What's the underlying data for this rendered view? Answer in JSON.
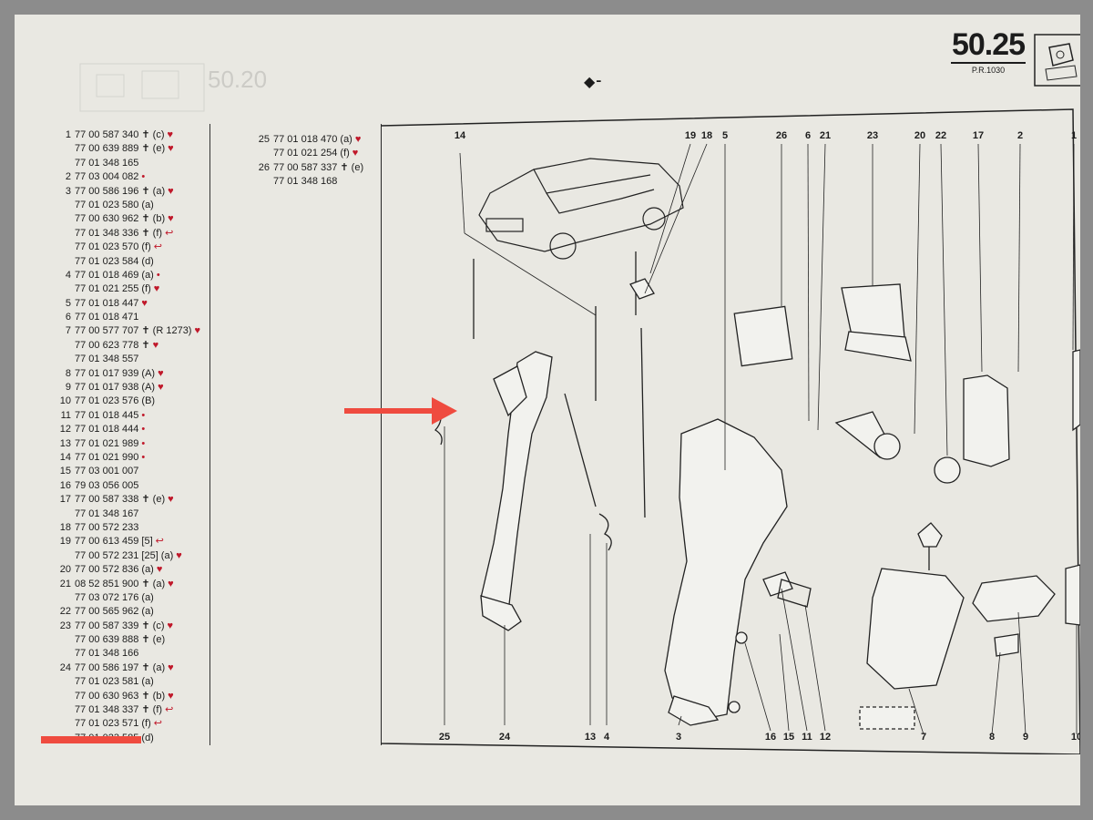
{
  "header": {
    "page_number": "50.25",
    "reference": "P.R.1030"
  },
  "parts_left": [
    {
      "num": "1",
      "ref": "77 00 587 340 ✝ (c)",
      "mark": "♥"
    },
    {
      "num": "",
      "ref": "77 00 639 889 ✝ (e)",
      "mark": "♥"
    },
    {
      "num": "",
      "ref": "77 01 348 165",
      "mark": ""
    },
    {
      "num": "2",
      "ref": "77 03 004 082",
      "mark": "•"
    },
    {
      "num": "3",
      "ref": "77 00 586 196 ✝ (a)",
      "mark": "♥"
    },
    {
      "num": "",
      "ref": "77 01 023 580 (a)",
      "mark": ""
    },
    {
      "num": "",
      "ref": "77 00 630 962 ✝ (b)",
      "mark": "♥"
    },
    {
      "num": "",
      "ref": "77 01 348 336 ✝ (f)",
      "mark": "↩"
    },
    {
      "num": "",
      "ref": "77 01 023 570 (f)",
      "mark": "↩"
    },
    {
      "num": "",
      "ref": "77 01 023 584 (d)",
      "mark": ""
    },
    {
      "num": "4",
      "ref": "77 01 018 469 (a)",
      "mark": "•"
    },
    {
      "num": "",
      "ref": "77 01 021 255 (f)",
      "mark": "♥"
    },
    {
      "num": "5",
      "ref": "77 01 018 447",
      "mark": "♥"
    },
    {
      "num": "6",
      "ref": "77 01 018 471",
      "mark": ""
    },
    {
      "num": "7",
      "ref": "77 00 577 707 ✝ (R 1273)",
      "mark": "♥"
    },
    {
      "num": "",
      "ref": "77 00 623 778 ✝",
      "mark": "♥"
    },
    {
      "num": "",
      "ref": "77 01 348 557",
      "mark": ""
    },
    {
      "num": "8",
      "ref": "77 01 017 939 (A)",
      "mark": "♥"
    },
    {
      "num": "9",
      "ref": "77 01 017 938 (A)",
      "mark": "♥"
    },
    {
      "num": "10",
      "ref": "77 01 023 576 (B)",
      "mark": ""
    },
    {
      "num": "11",
      "ref": "77 01 018 445",
      "mark": "•"
    },
    {
      "num": "12",
      "ref": "77 01 018 444",
      "mark": "•"
    },
    {
      "num": "13",
      "ref": "77 01 021 989",
      "mark": "•"
    },
    {
      "num": "14",
      "ref": "77 01 021 990",
      "mark": "•"
    },
    {
      "num": "15",
      "ref": "77 03 001 007",
      "mark": ""
    },
    {
      "num": "16",
      "ref": "79 03 056 005",
      "mark": ""
    },
    {
      "num": "17",
      "ref": "77 00 587 338 ✝ (e)",
      "mark": "♥"
    },
    {
      "num": "",
      "ref": "77 01 348 167",
      "mark": ""
    },
    {
      "num": "18",
      "ref": "77 00 572 233",
      "mark": ""
    },
    {
      "num": "19",
      "ref": "77 00 613 459 [5]",
      "mark": "↩"
    },
    {
      "num": "",
      "ref": "77 00 572 231 [25] (a)",
      "mark": "♥"
    },
    {
      "num": "20",
      "ref": "77 00 572 836 (a)",
      "mark": "♥"
    },
    {
      "num": "21",
      "ref": "08 52 851 900 ✝ (a)",
      "mark": "♥"
    },
    {
      "num": "",
      "ref": "77 03 072 176 (a)",
      "mark": ""
    },
    {
      "num": "22",
      "ref": "77 00 565 962 (a)",
      "mark": ""
    },
    {
      "num": "23",
      "ref": "77 00 587 339 ✝ (c)",
      "mark": "♥"
    },
    {
      "num": "",
      "ref": "77 00 639 888 ✝ (e)",
      "mark": ""
    },
    {
      "num": "",
      "ref": "77 01 348 166",
      "mark": ""
    },
    {
      "num": "24",
      "ref": "77 00 586 197 ✝ (a)",
      "mark": "♥"
    },
    {
      "num": "",
      "ref": "77 01 023 581 (a)",
      "mark": ""
    },
    {
      "num": "",
      "ref": "77 00 630 963 ✝ (b)",
      "mark": "♥"
    },
    {
      "num": "",
      "ref": "77 01 348 337 ✝ (f)",
      "mark": "↩"
    },
    {
      "num": "",
      "ref": "77 01 023 571 (f)",
      "mark": "↩"
    },
    {
      "num": "",
      "ref": "77 01 023 585 (d)",
      "mark": ""
    }
  ],
  "parts_right": [
    {
      "num": "25",
      "ref": "77 01 018 470 (a)",
      "mark": "♥"
    },
    {
      "num": "",
      "ref": "77 01 021 254 (f)",
      "mark": "♥"
    },
    {
      "num": "26",
      "ref": "77 00 587 337 ✝ (e)",
      "mark": ""
    },
    {
      "num": "",
      "ref": "77 01 348 168",
      "mark": ""
    }
  ],
  "diagram": {
    "top_labels": [
      "14",
      "19",
      "18",
      "5",
      "26",
      "6",
      "21",
      "23",
      "20",
      "22",
      "17",
      "2",
      "1"
    ],
    "bottom_labels": [
      "25",
      "24",
      "13",
      "4",
      "3",
      "16",
      "15",
      "11",
      "12",
      "7",
      "8",
      "9",
      "10"
    ]
  },
  "annotation_colors": {
    "arrow": "#ef4b3f",
    "highlight_bar": "#ef4b3f",
    "marks": "#c0182a"
  }
}
